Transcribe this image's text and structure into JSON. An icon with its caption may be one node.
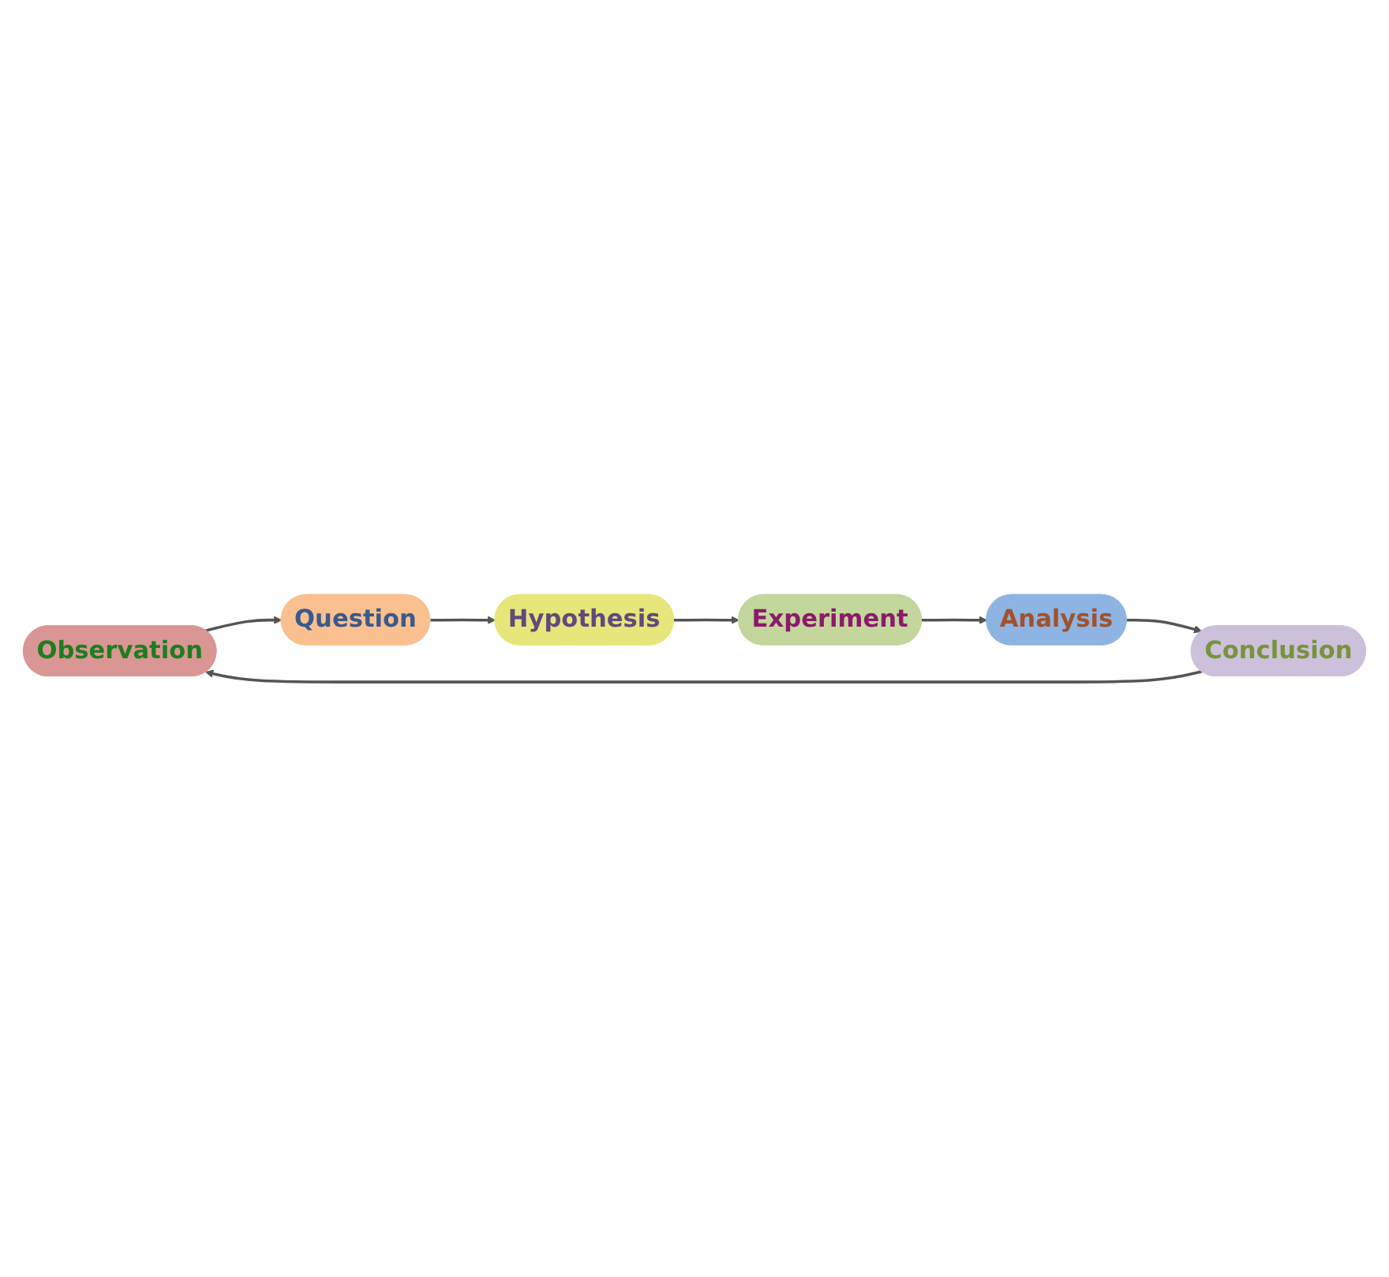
{
  "diagram": {
    "nodes": [
      {
        "text": [
          "Observation"
        ]
      },
      {
        "text": [
          "Question"
        ]
      },
      {
        "text": [
          "Hypothesis"
        ]
      },
      {
        "text": [
          "Experiment"
        ]
      },
      {
        "text": [
          "Analysis"
        ]
      },
      {
        "text": [
          "Conclusion"
        ]
      }
    ],
    "edges": [
      {
        "from": 0,
        "to": 1,
        "arrow": "to"
      },
      {
        "from": 1,
        "to": 2,
        "arrow": "to"
      },
      {
        "from": 2,
        "to": 3,
        "arrow": "to"
      },
      {
        "from": 3,
        "to": 4,
        "arrow": "to"
      },
      {
        "from": 4,
        "to": 5,
        "arrow": "to"
      },
      {
        "from": 5,
        "to": 0,
        "arrow": "to"
      }
    ]
  }
}
